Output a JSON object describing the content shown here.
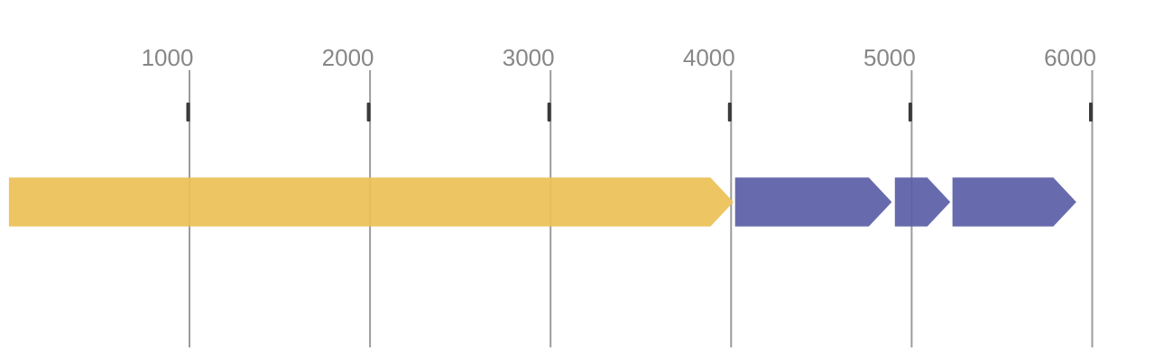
{
  "figure": {
    "background_color": "#ffffff",
    "description": "Genomic sequence feature map with directional gene arrows and a top coordinate scale"
  },
  "chart_data": {
    "type": "gene-arrow-track",
    "title": "",
    "xlabel": "",
    "ylabel": "",
    "orientation": "horizontal",
    "axis": {
      "position": "top",
      "range": [
        0,
        6340
      ],
      "tick_values": [
        1000,
        2000,
        3000,
        4000,
        5000,
        6000
      ],
      "tick_labels": [
        "1000",
        "2000",
        "3000",
        "4000",
        "5000",
        "6000"
      ],
      "gridlines": true,
      "gridline_color": "#9b9b9b",
      "tick_label_color": "#878787",
      "tick_marker_color": "#3a3a3a"
    },
    "features": [
      {
        "start": 0,
        "end": 4013,
        "strand": "forward",
        "color": "#ecc156",
        "shape": "arrow-right"
      },
      {
        "start": 4022,
        "end": 4890,
        "strand": "forward",
        "color": "#5b60a7",
        "shape": "arrow-right"
      },
      {
        "start": 4907,
        "end": 5214,
        "strand": "forward",
        "color": "#5b60a7",
        "shape": "arrow-right"
      },
      {
        "start": 5226,
        "end": 5912,
        "strand": "forward",
        "color": "#5b60a7",
        "shape": "arrow-right"
      }
    ]
  }
}
